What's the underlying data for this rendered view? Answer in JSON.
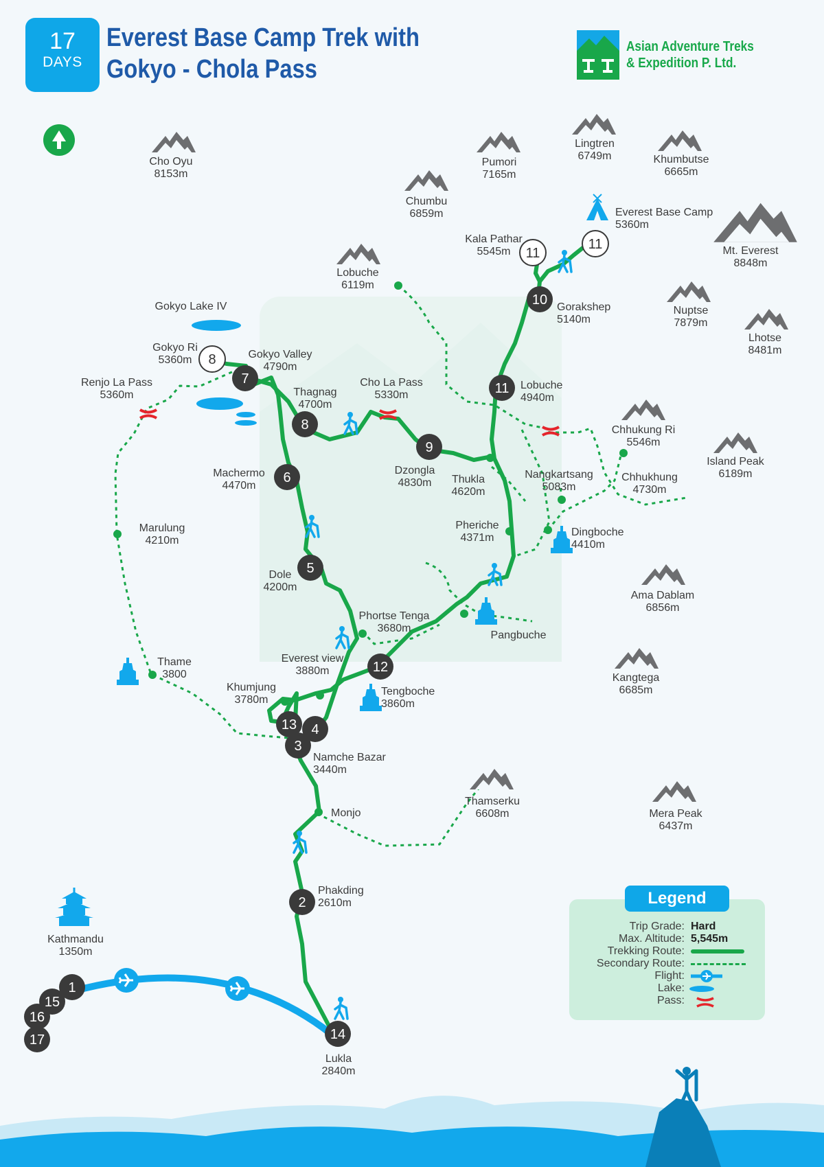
{
  "header": {
    "days_number": "17",
    "days_label": "DAYS",
    "title": "Everest Base Camp Trek with Gokyo - Chola Pass",
    "company_line1": "Asian Adventure Treks",
    "company_line2": "& Expedition P. Ltd."
  },
  "colors": {
    "trek_route": "#19a74a",
    "secondary_route": "#19a74a",
    "flight": "#12a8ec",
    "lake": "#12a8ec",
    "pass": "#e5252b",
    "stop_marker": "#3a3a3a",
    "title": "#1f5aa8",
    "mountain": "#6d6e70"
  },
  "peaks": [
    {
      "name": "Cho Oyu",
      "elev": "8153m"
    },
    {
      "name": "Pumori",
      "elev": "7165m"
    },
    {
      "name": "Lingtren",
      "elev": "6749m"
    },
    {
      "name": "Khumbutse",
      "elev": "6665m"
    },
    {
      "name": "Chumbu",
      "elev": "6859m"
    },
    {
      "name": "Mt. Everest",
      "elev": "8848m"
    },
    {
      "name": "Lobuche",
      "elev": "6119m"
    },
    {
      "name": "Nuptse",
      "elev": "7879m"
    },
    {
      "name": "Lhotse",
      "elev": "8481m"
    },
    {
      "name": "Chhukung Ri",
      "elev": "5546m"
    },
    {
      "name": "Island Peak",
      "elev": "6189m"
    },
    {
      "name": "Ama Dablam",
      "elev": "6856m"
    },
    {
      "name": "Kangtega",
      "elev": "6685m"
    },
    {
      "name": "Thamserku",
      "elev": "6608m"
    },
    {
      "name": "Mera Peak",
      "elev": "6437m"
    }
  ],
  "places": [
    {
      "name": "Everest Base Camp",
      "elev": "5360m"
    },
    {
      "name": "Kala Pathar",
      "elev": "5545m"
    },
    {
      "name": "Gorakshep",
      "elev": "5140m"
    },
    {
      "name": "Gokyo Lake IV",
      "elev": ""
    },
    {
      "name": "Gokyo Ri",
      "elev": "5360m"
    },
    {
      "name": "Gokyo Valley",
      "elev": "4790m"
    },
    {
      "name": "Renjo La Pass",
      "elev": "5360m"
    },
    {
      "name": "Thagnag",
      "elev": "4700m"
    },
    {
      "name": "Cho La Pass",
      "elev": "5330m"
    },
    {
      "name": "Lobuche",
      "elev": "4940m"
    },
    {
      "name": "Machermo",
      "elev": "4470m"
    },
    {
      "name": "Dzongla",
      "elev": "4830m"
    },
    {
      "name": "Thukla",
      "elev": "4620m"
    },
    {
      "name": "Nangkartsang",
      "elev": "5083m"
    },
    {
      "name": "Chhukhung",
      "elev": "4730m"
    },
    {
      "name": "Marulung",
      "elev": "4210m"
    },
    {
      "name": "Pheriche",
      "elev": "4371m"
    },
    {
      "name": "Dingboche",
      "elev": "4410m"
    },
    {
      "name": "Dole",
      "elev": "4200m"
    },
    {
      "name": "Phortse Tenga",
      "elev": "3680m"
    },
    {
      "name": "Pangbuche",
      "elev": ""
    },
    {
      "name": "Thame",
      "elev": "3800"
    },
    {
      "name": "Everest view",
      "elev": "3880m"
    },
    {
      "name": "Khumjung",
      "elev": "3780m"
    },
    {
      "name": "Tengboche",
      "elev": "3860m"
    },
    {
      "name": "Namche Bazar",
      "elev": "3440m"
    },
    {
      "name": "Monjo",
      "elev": ""
    },
    {
      "name": "Phakding",
      "elev": "2610m"
    },
    {
      "name": "Kathmandu",
      "elev": "1350m"
    },
    {
      "name": "Lukla",
      "elev": "2840m"
    }
  ],
  "day_markers": [
    "1",
    "2",
    "3",
    "4",
    "5",
    "6",
    "7",
    "8",
    "8",
    "9",
    "10",
    "11",
    "11",
    "11",
    "12",
    "13",
    "14",
    "15",
    "16",
    "17"
  ],
  "legend": {
    "title": "Legend",
    "trip_grade_label": "Trip Grade:",
    "trip_grade_value": "Hard",
    "max_altitude_label": "Max. Altitude:",
    "max_altitude_value": "5,545m",
    "trekking_route_label": "Trekking Route:",
    "secondary_route_label": "Secondary Route:",
    "flight_label": "Flight:",
    "lake_label": "Lake:",
    "pass_label": "Pass:"
  }
}
